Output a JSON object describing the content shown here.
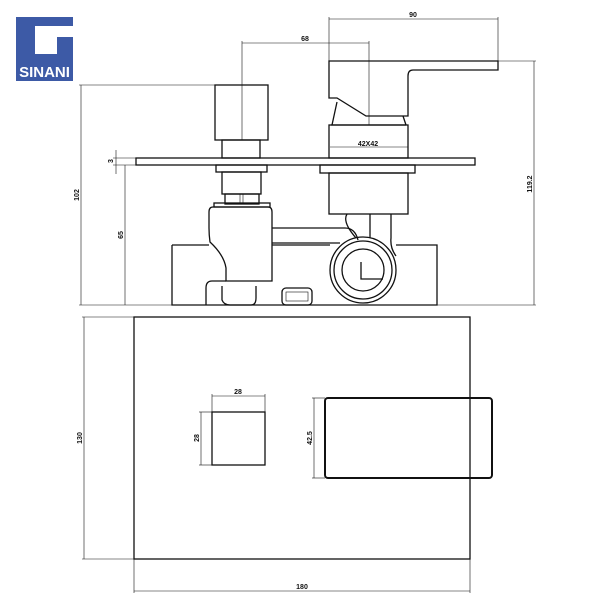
{
  "brand": {
    "name": "SINANI",
    "color": "#3d5aa6"
  },
  "side_view": {
    "dims": {
      "handle_length": "90",
      "spacing": "68",
      "cartridge": "42X42",
      "plate_thickness": "3",
      "knob_height": "102",
      "body_height": "65",
      "handle_height": "119.2"
    }
  },
  "front_view": {
    "dims": {
      "knob_width": "28",
      "knob_height": "28",
      "handle_height": "42.5",
      "plate_height": "130",
      "plate_width": "180"
    }
  }
}
